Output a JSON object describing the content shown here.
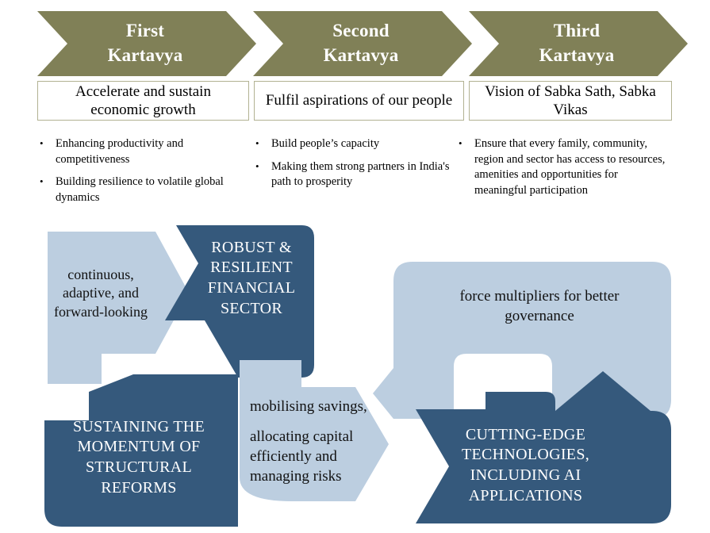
{
  "columns": [
    {
      "banner_line1": "First",
      "banner_line2": "Kartavya",
      "statement": "Accelerate and sustain economic growth",
      "bullets": [
        "Enhancing productivity and competitiveness",
        "Building resilience to volatile global dynamics"
      ]
    },
    {
      "banner_line1": "Second",
      "banner_line2": "Kartavya",
      "statement": "Fulfil aspirations of our people",
      "bullets": [
        "Build people’s capacity",
        "Making them strong partners in India's path to prosperity"
      ]
    },
    {
      "banner_line1": "Third",
      "banner_line2": "Kartavya",
      "statement": "Vision of Sabka Sath, Sabka Vikas",
      "bullets": [
        "Ensure that every family, community, region and sector has access to resources, amenities and opportunities for meaningful participation"
      ]
    }
  ],
  "bullet_marker": "•",
  "diagram": {
    "continuous": "continuous, adaptive, and forward-looking",
    "robust": "ROBUST & RESILIENT FINANCIAL SECTOR",
    "sustaining": "SUSTAINING THE MOMENTUM OF STRUCTURAL REFORMS",
    "mobilising_line1": "mobilising savings,",
    "mobilising_line2": "allocating capital efficiently and managing risks",
    "force": "force multipliers for better governance",
    "cutting": "CUTTING-EDGE TECHNOLOGIES, INCLUDING AI APPLICATIONS"
  },
  "colors": {
    "olive": "#808057",
    "olive_border": "#b2b292",
    "dark_blue": "#35597c",
    "light_blue": "#bccee0",
    "white": "#ffffff"
  }
}
